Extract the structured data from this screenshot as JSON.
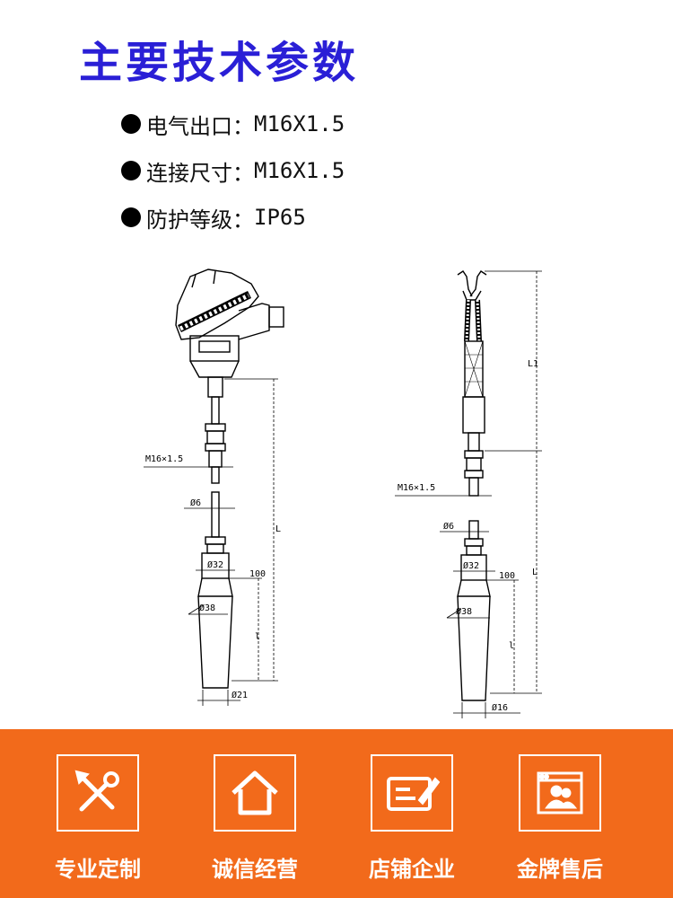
{
  "title": "主要技术参数",
  "specs": [
    {
      "label": "电气出口：",
      "value": "M16X1.5"
    },
    {
      "label": "连接尺寸：",
      "value": "M16X1.5"
    },
    {
      "label": "防护等级：",
      "value": "IP65"
    }
  ],
  "drawing_left": {
    "thread": "M16×1.5",
    "d6": "Ø6",
    "d32": "Ø32",
    "d38": "Ø38",
    "d21": "Ø21",
    "len_100": "100",
    "len_l": "l",
    "len_L": "L"
  },
  "drawing_right": {
    "thread": "M16×1.5",
    "d6": "Ø6",
    "d32": "Ø32",
    "d38": "Ø38",
    "d16": "Ø16",
    "len_100": "100",
    "len_l": "l",
    "len_L": "L",
    "len_L1": "L1"
  },
  "services": [
    {
      "label": "专业定制",
      "icon": "wrench-screwdriver-icon"
    },
    {
      "label": "诚信经营",
      "icon": "house-icon"
    },
    {
      "label": "店铺企业",
      "icon": "card-pen-icon"
    },
    {
      "label": "金牌售后",
      "icon": "user-window-icon"
    }
  ],
  "colors": {
    "title": "#2a1fd6",
    "band": "#f26a1b",
    "icon": "#ffffff"
  }
}
